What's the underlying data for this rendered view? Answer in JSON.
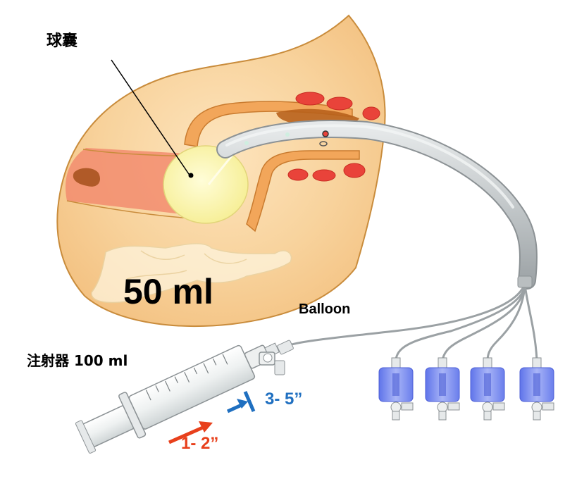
{
  "labels": {
    "balloon_cn": "球囊",
    "volume": "50 ml",
    "balloon_en": "Balloon",
    "syringe": "注射器 100 ml",
    "time_fast": "1- 2”",
    "time_slow": "3- 5”"
  },
  "colors": {
    "body_fill": "#f6cf92",
    "body_stroke": "#c98c3c",
    "rectum": "#f28c6e",
    "vaginal_wall": "#f2a65a",
    "balloon": "#fbf5a8",
    "organ_red": "#e9433a",
    "catheter": "#bfc4c6",
    "stopcock_blue": "#7f8ef0",
    "arrow_red": "#e8401c",
    "arrow_blue": "#1f6fc0"
  }
}
